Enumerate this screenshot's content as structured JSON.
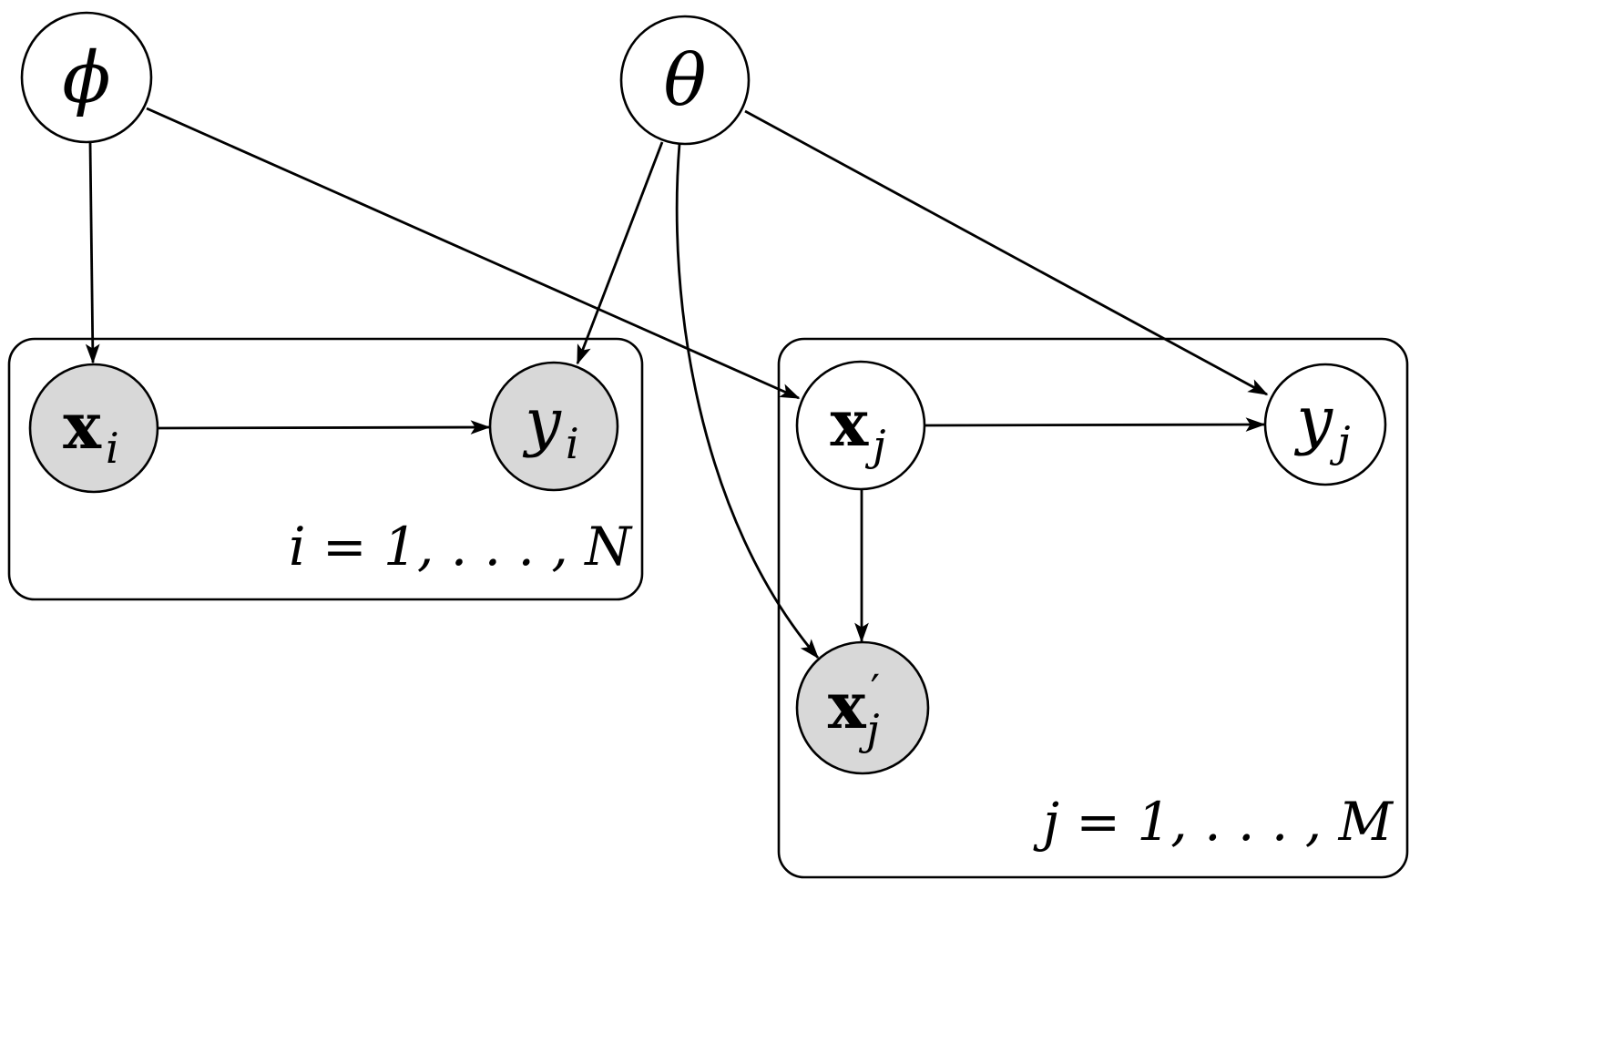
{
  "diagram": {
    "kind": "probabilistic-graphical-model-plate-notation",
    "nodes": {
      "phi": {
        "label": "ϕ",
        "shaded": false
      },
      "theta": {
        "label": "θ",
        "shaded": false
      },
      "x_i": {
        "base": "x",
        "sub": "i",
        "shaded": true
      },
      "y_i": {
        "base": "y",
        "sub": "i",
        "shaded": true
      },
      "x_j": {
        "base": "x",
        "sub": "j",
        "shaded": false
      },
      "y_j": {
        "base": "y",
        "sub": "j",
        "shaded": false
      },
      "x_prime_j": {
        "base": "x",
        "prime": "′",
        "sub": "j",
        "shaded": true
      }
    },
    "plates": {
      "left_plate": {
        "label": "i = 1, . . . , N"
      },
      "right_plate": {
        "label": "j = 1, . . . , M"
      }
    },
    "edges": [
      {
        "from": "phi",
        "to": "x_i"
      },
      {
        "from": "phi",
        "to": "x_j"
      },
      {
        "from": "theta",
        "to": "y_i"
      },
      {
        "from": "theta",
        "to": "y_j"
      },
      {
        "from": "theta",
        "to": "x_prime_j"
      },
      {
        "from": "x_i",
        "to": "y_i"
      },
      {
        "from": "x_j",
        "to": "y_j"
      },
      {
        "from": "x_j",
        "to": "x_prime_j"
      }
    ]
  },
  "colors": {
    "shaded_fill": "#d8d8d8",
    "unshaded_fill": "#ffffff",
    "stroke": "#000000",
    "background": "#ffffff"
  }
}
